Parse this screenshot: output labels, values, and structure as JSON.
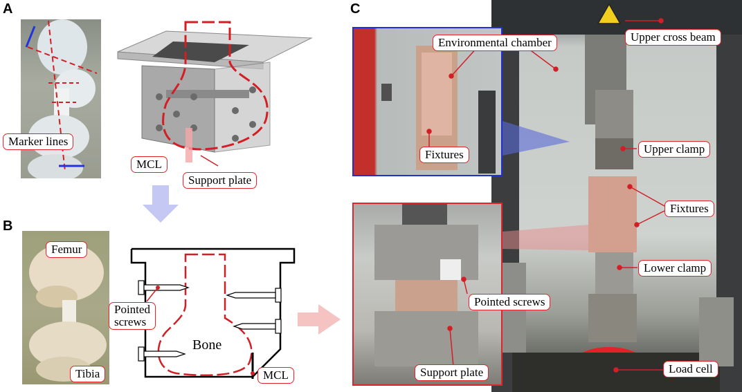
{
  "panels": {
    "a": "A",
    "b": "B",
    "c": "C"
  },
  "labels": {
    "marker_lines": "Marker lines",
    "mcl_a": "MCL",
    "support_plate_a": "Support plate",
    "femur": "Femur",
    "tibia": "Tibia",
    "pointed_screws_b": "Pointed\nscrews",
    "bone": "Bone",
    "mcl_b": "MCL",
    "environmental_chamber": "Environmental chamber",
    "fixtures_inset": "Fixtures",
    "upper_cross_beam": "Upper cross beam",
    "upper_clamp": "Upper clamp",
    "fixtures_main": "Fixtures",
    "lower_clamp": "Lower clamp",
    "pointed_screws_c": "Pointed screws",
    "support_plate_c": "Support plate",
    "load_cell": "Load cell"
  },
  "colors": {
    "callout_border": "#e0242b",
    "dash_line": "#d21f26",
    "arrow_blue": "#c5c8f2",
    "arrow_pink": "#f6c3c3",
    "inset_blue": "#1f2fd8",
    "inset_red": "#e0242b"
  }
}
